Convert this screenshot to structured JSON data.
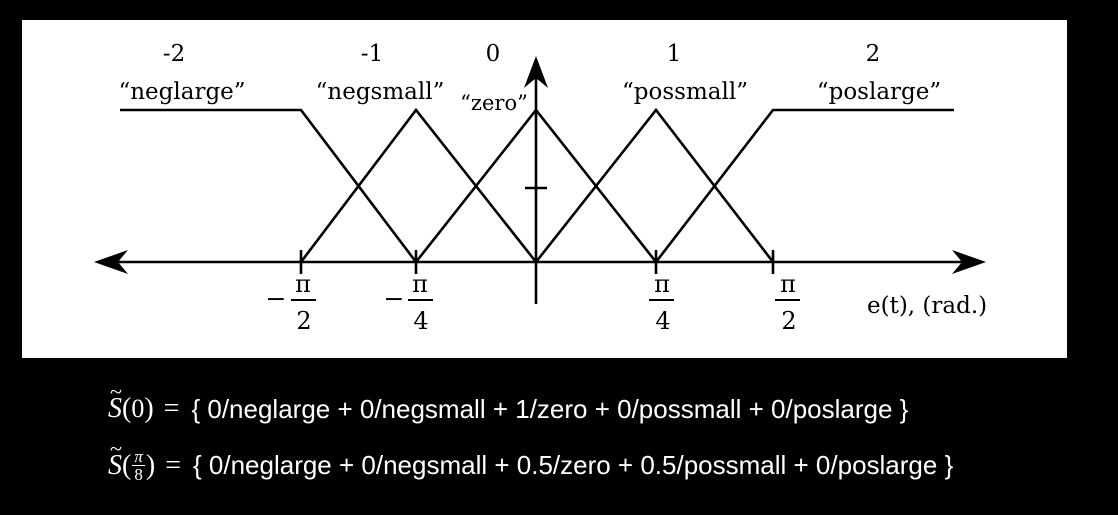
{
  "figure": {
    "sets": [
      {
        "index": "-2",
        "name": "“neglarge”",
        "value": -2
      },
      {
        "index": "-1",
        "name": "“negsmall”",
        "value": -1
      },
      {
        "index": "0",
        "name": "“zero”",
        "value": 0
      },
      {
        "index": "1",
        "name": "“possmall”",
        "value": 1
      },
      {
        "index": "2",
        "name": "“poslarge”",
        "value": 2
      }
    ],
    "ticks": [
      {
        "sign": "−",
        "num": "π",
        "den": "2",
        "value": -0.5
      },
      {
        "sign": "−",
        "num": "π",
        "den": "4",
        "value": -0.25
      },
      {
        "sign": "",
        "num": "π",
        "den": "4",
        "value": 0.25
      },
      {
        "sign": "",
        "num": "π",
        "den": "2",
        "value": 0.5
      }
    ],
    "axis_label": "e(t), (rad.)"
  },
  "equations": [
    {
      "func": "S",
      "tilde": "~",
      "arg_text": "0",
      "arg_frac_num": "",
      "arg_frac_den": "",
      "equals": "=",
      "body": "{ 0/neglarge + 0/negsmall + 1/zero + 0/possmall + 0/poslarge }"
    },
    {
      "func": "S",
      "tilde": "~",
      "arg_text": "",
      "arg_frac_num": "π",
      "arg_frac_den": "8",
      "equals": "=",
      "body": "{ 0/neglarge + 0/negsmall + 0.5/zero + 0.5/possmall + 0/poslarge }"
    }
  ]
}
